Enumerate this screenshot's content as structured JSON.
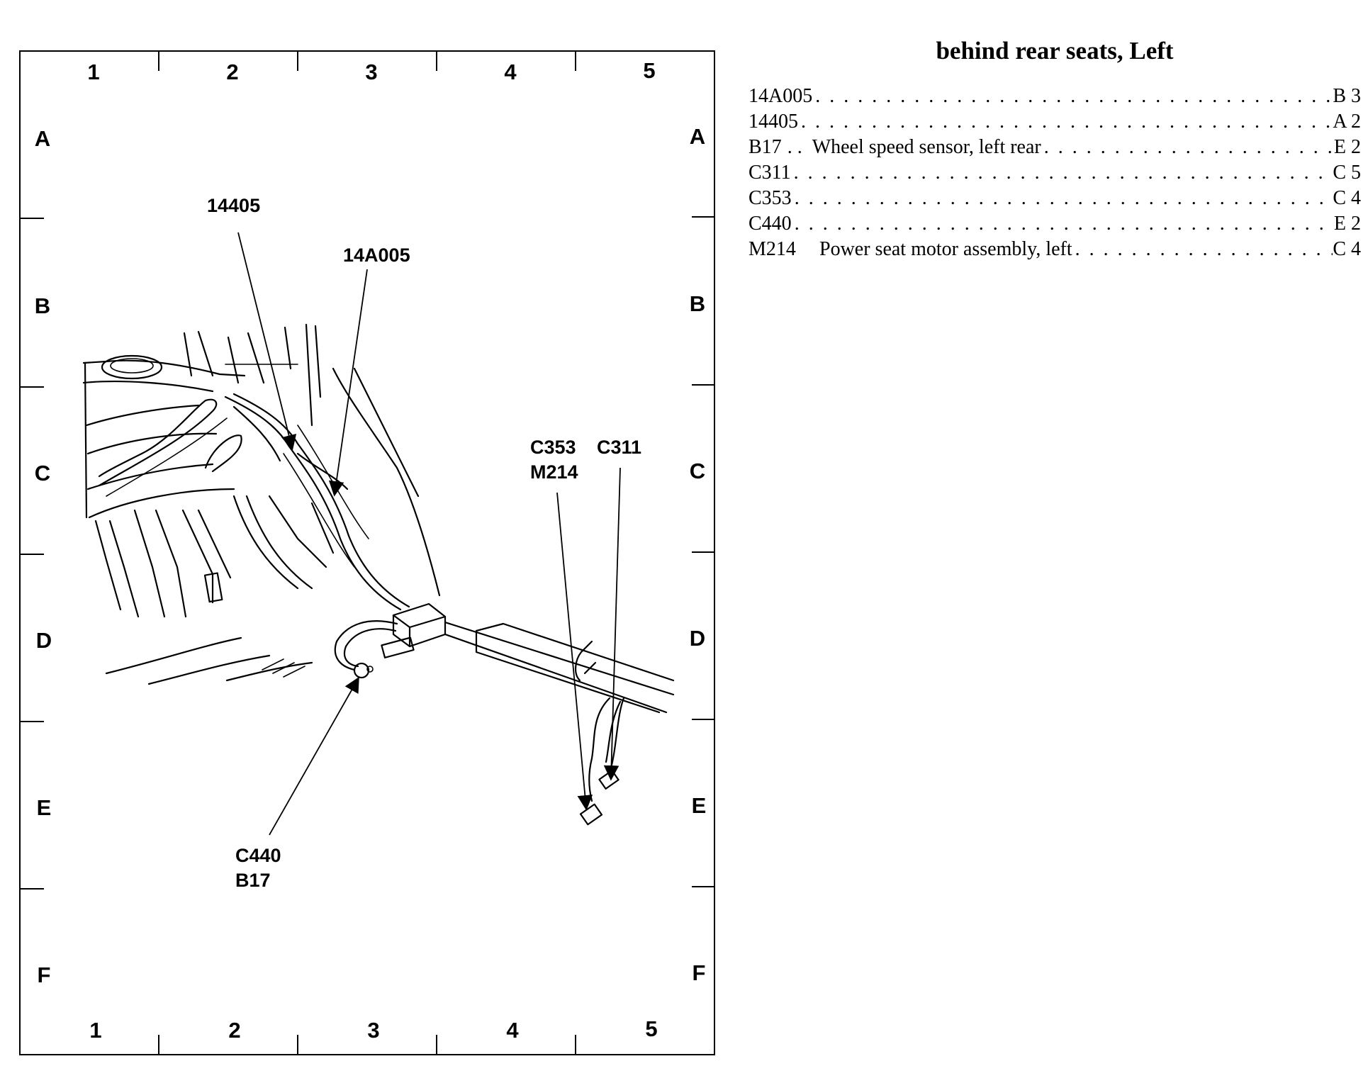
{
  "index": {
    "title": "behind rear seats, Left",
    "entries": [
      {
        "code": "14A005",
        "description": "",
        "location": "B 3"
      },
      {
        "code": "14405",
        "description": "",
        "location": "A 2"
      },
      {
        "code": "B17",
        "description": "Wheel speed sensor, left rear",
        "location": "E 2"
      },
      {
        "code": "C311",
        "description": "",
        "location": "C 5"
      },
      {
        "code": "C353",
        "description": "",
        "location": "C 4"
      },
      {
        "code": "C440",
        "description": "",
        "location": "E 2"
      },
      {
        "code": "M214",
        "description": "Power seat motor assembly, left",
        "location": "C 4"
      }
    ]
  },
  "grid": {
    "columns": [
      "1",
      "2",
      "3",
      "4",
      "5"
    ],
    "rows": [
      "A",
      "B",
      "C",
      "D",
      "E",
      "F"
    ]
  },
  "callouts": {
    "c14405": "14405",
    "c14a005": "14A005",
    "c353": "C353",
    "m214": "M214",
    "c311": "C311",
    "c440": "C440",
    "b17": "B17"
  }
}
